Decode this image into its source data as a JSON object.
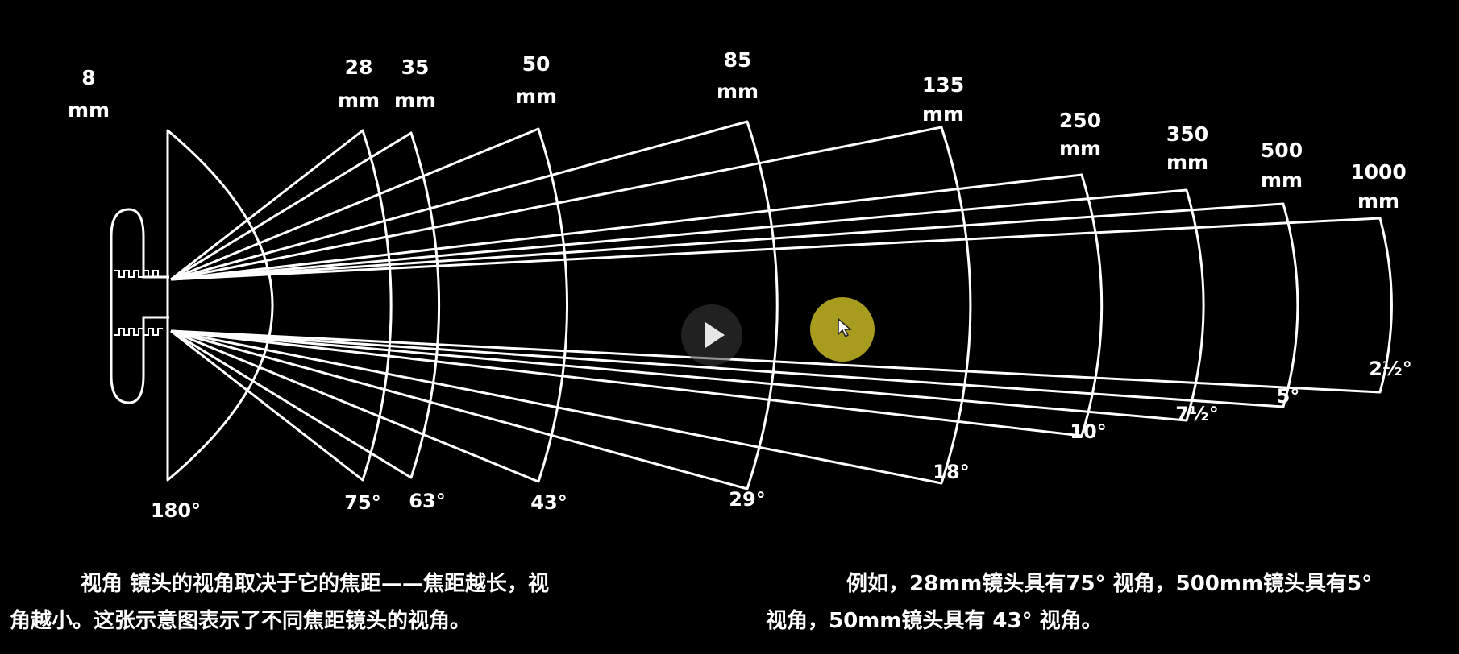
{
  "lenses": [
    {
      "focal": "8",
      "unit": "mm",
      "angle": "180°",
      "deg": 180
    },
    {
      "focal": "28",
      "unit": "mm",
      "angle": "75°",
      "deg": 75
    },
    {
      "focal": "35",
      "unit": "mm",
      "angle": "63°",
      "deg": 63
    },
    {
      "focal": "50",
      "unit": "mm",
      "angle": "43°",
      "deg": 43
    },
    {
      "focal": "85",
      "unit": "mm",
      "angle": "29°",
      "deg": 29
    },
    {
      "focal": "135",
      "unit": "mm",
      "angle": "18°",
      "deg": 18
    },
    {
      "focal": "250",
      "unit": "mm",
      "angle": "10°",
      "deg": 10
    },
    {
      "focal": "350",
      "unit": "mm",
      "angle": "7½°",
      "deg": 7.5
    },
    {
      "focal": "500",
      "unit": "mm",
      "angle": "5°",
      "deg": 5
    },
    {
      "focal": "1000",
      "unit": "mm",
      "angle": "2½°",
      "deg": 2.5
    }
  ],
  "caption": {
    "left_line1": "视角  镜头的视角取决于它的焦距——焦距越长，视",
    "left_line2": "角越小。这张示意图表示了不同焦距镜头的视角。",
    "right_line1": "例如，28mm镜头具有75° 视角，500mm镜头具有5°",
    "right_line2": "视角，50mm镜头具有 43° 视角。"
  },
  "colors": {
    "background": "#000000",
    "lines": "#ffffff",
    "cursor_highlight": "#d7c828"
  },
  "icons": {
    "play": "play-icon",
    "cursor": "mouse-pointer-icon"
  }
}
